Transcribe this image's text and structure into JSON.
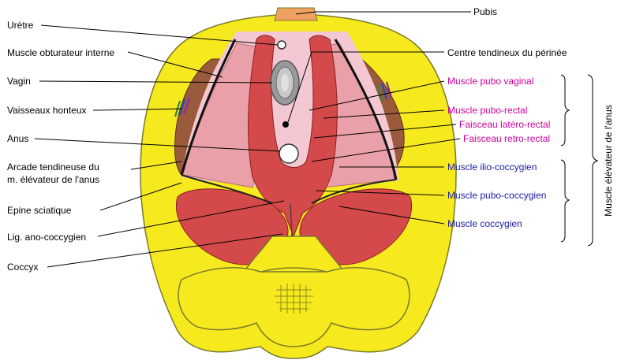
{
  "colors": {
    "bone": "#f6ea1e",
    "bone_edge": "#7a7a2a",
    "muscle": "#d44a4a",
    "muscle_light": "#eaa0a8",
    "muscle_pale": "#f3c8d2",
    "obturator": "#9a5a3c",
    "pubis": "#f0a060",
    "magenta_label": "#cc0099",
    "blue_label": "#1a1aa6",
    "black_label": "#000000"
  },
  "labels_left": [
    "Urètre",
    "Muscle obturateur interne",
    "Vagin",
    "Vaisseaux honteux",
    "Anus",
    "Arcade tendineuse du",
    "m. élévateur de l'anus",
    "Epine sciatique",
    "Lig. ano-coccygien",
    "Coccyx"
  ],
  "labels_right": {
    "pubis": "Pubis",
    "centre": "Centre tendineux du périnée",
    "pubo_vaginal": "Muscle pubo vaginal",
    "pubo_rectal": "Muscle pubo-rectal",
    "latero_rectal": "Faisceau latéro-rectal",
    "retro_rectal": "Faisceau retro-rectal",
    "ilio": "Muscle ilio-coccygien",
    "pubo_coccygien": "Muscle pubo-coccygien",
    "coccygien": "Muscle coccygien"
  },
  "group_label": "Muscle élévateur de l'anus"
}
